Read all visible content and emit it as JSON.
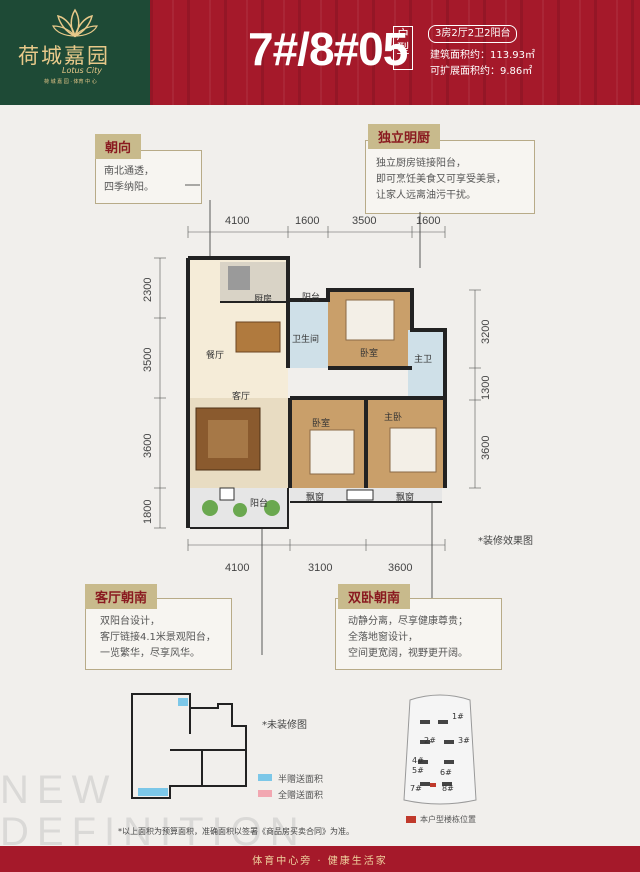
{
  "header": {
    "logo_name": "荷城嘉园",
    "logo_en": "Lotus City",
    "logo_sub": "荷 城 嘉 园 · 体育 中 心",
    "unit_title": "7#/8#05",
    "unit_type": "户型",
    "layout_badge": "3房2厅2卫2阳台",
    "area_label": "建筑面积约：113.93㎡",
    "extend_label": "可扩展面积约：9.86㎡"
  },
  "callouts": {
    "orientation": {
      "title": "朝向",
      "lines": [
        "南北通透，",
        "四季纳阳。"
      ]
    },
    "kitchen": {
      "title": "独立明厨",
      "lines": [
        "独立厨房链接阳台，",
        "即可烹饪美食又可享受美景，",
        "让家人远离油污干扰。"
      ]
    },
    "living": {
      "title": "客厅朝南",
      "lines": [
        "双阳台设计，",
        "客厅链接4.1米景观阳台，",
        "一览繁华，尽享风华。"
      ]
    },
    "bedrooms": {
      "title": "双卧朝南",
      "lines": [
        "动静分离，尽享健康尊贵；",
        "全落地窗设计，",
        "空间更宽阔，视野更开阔。"
      ]
    }
  },
  "dimensions": {
    "top": [
      "4100",
      "1600",
      "3500",
      "1600"
    ],
    "bottom": [
      "4100",
      "3100",
      "3600"
    ],
    "left": [
      "2300",
      "3500",
      "3600",
      "1800"
    ],
    "right": [
      "3200",
      "1300",
      "3600"
    ]
  },
  "rooms": {
    "kitchen": "厨房",
    "balcony_n": "阳台",
    "bathroom": "卫生间",
    "dining": "餐厅",
    "bedroom_n": "卧室",
    "master_bath": "主卫",
    "living": "客厅",
    "bedroom_s": "卧室",
    "master": "主卧",
    "bay1": "飘窗",
    "bay2": "飘窗",
    "balcony_s": "阳台"
  },
  "notes": {
    "decorated": "*装修效果图",
    "undecorated": "*未装修图",
    "legend_half": "半赠送面积",
    "legend_full": "全赠送面积",
    "disclaimer": "*以上面积为预算面积，准确面积以签署《商品房买卖合同》为准。",
    "position": "本户型楼栋位置"
  },
  "site_labels": [
    "1#",
    "2#",
    "3#",
    "4#",
    "5#",
    "6#",
    "7#",
    "8#"
  ],
  "background_text": [
    "NEW",
    "DEFINITION"
  ],
  "footer": {
    "slogan": "体育中心旁 · 健康生活家"
  },
  "colors": {
    "brand_red": "#a5192a",
    "brand_green": "#1e4a36",
    "gold": "#c8ba8c",
    "half_gift": "#7cc7e8",
    "full_gift": "#f2a7b1"
  }
}
